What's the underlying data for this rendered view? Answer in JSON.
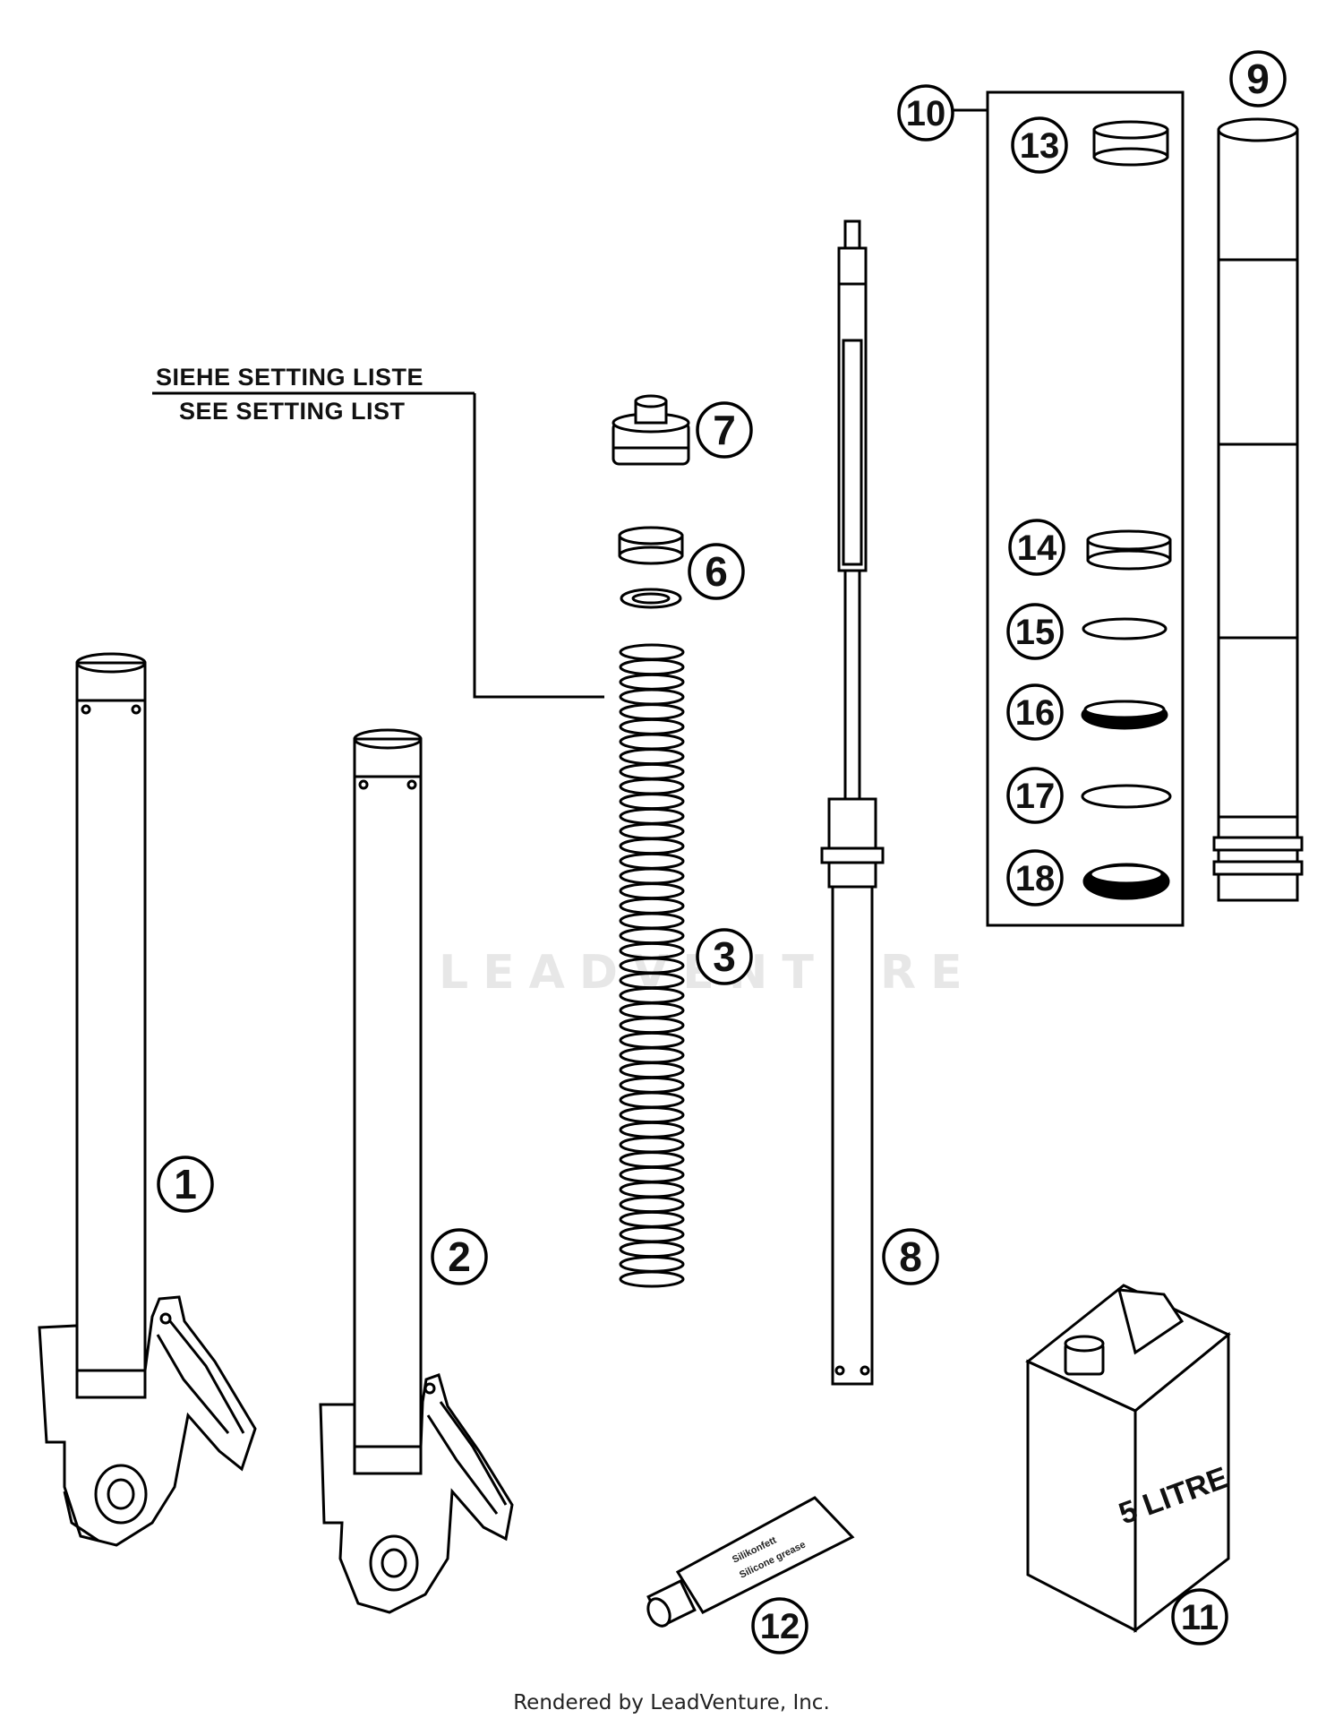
{
  "watermark": "LEADVENTURE",
  "note": {
    "line_de": "SIEHE SETTING LISTE",
    "line_en": "SEE SETTING LIST"
  },
  "callouts": [
    {
      "id": "p1",
      "num": "1"
    },
    {
      "id": "p2",
      "num": "2"
    },
    {
      "id": "p3",
      "num": "3"
    },
    {
      "id": "p6",
      "num": "6"
    },
    {
      "id": "p7",
      "num": "7"
    },
    {
      "id": "p8",
      "num": "8"
    },
    {
      "id": "p9",
      "num": "9"
    },
    {
      "id": "p10",
      "num": "10"
    },
    {
      "id": "p11",
      "num": "11"
    },
    {
      "id": "p12",
      "num": "12"
    },
    {
      "id": "p13",
      "num": "13"
    },
    {
      "id": "p14",
      "num": "14"
    },
    {
      "id": "p15",
      "num": "15"
    },
    {
      "id": "p16",
      "num": "16"
    },
    {
      "id": "p17",
      "num": "17"
    },
    {
      "id": "p18",
      "num": "18"
    }
  ],
  "parts": {
    "oil_can_label": "5 LITRE",
    "grease_tube_label_de": "Silikonfett",
    "grease_tube_label_en": "Silicone grease"
  },
  "footer": "Rendered by LeadVenture, Inc."
}
